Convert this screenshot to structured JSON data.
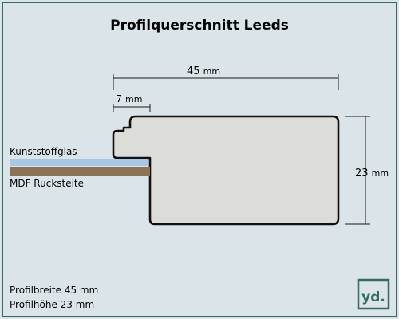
{
  "title": "Profilquerschnitt Leeds",
  "dimensions": {
    "width_value": "45",
    "width_unit": "mm",
    "rebate_value": "7",
    "rebate_unit": "mm",
    "height_value": "23",
    "height_unit": "mm"
  },
  "layers": {
    "glass_label": "Kunststoffglas",
    "mdf_label": "MDF Rucksteite"
  },
  "specs": {
    "width_text": "Profilbreite 45 mm",
    "height_text": "Profilhöhe 23 mm"
  },
  "logo": {
    "text": "yd."
  },
  "colors": {
    "background": "#dbe5e9",
    "border": "#356b63",
    "profile_fill": "#dcdcd8",
    "glass": "#a9c6e6",
    "mdf": "#8d7355",
    "logo": "#356b63"
  }
}
